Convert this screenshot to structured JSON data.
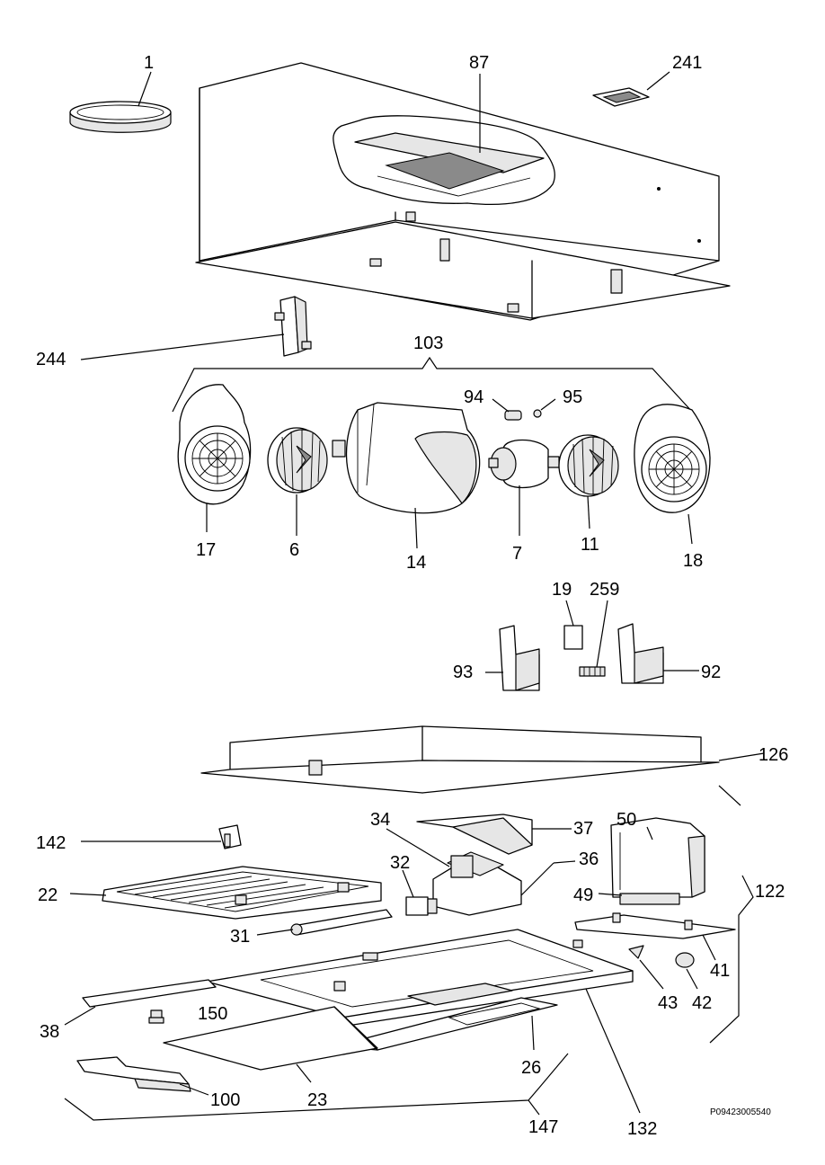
{
  "labels": {
    "l1": "1",
    "l87": "87",
    "l241": "241",
    "l244": "244",
    "l103": "103",
    "l94": "94",
    "l95": "95",
    "l17": "17",
    "l6": "6",
    "l14": "14",
    "l7": "7",
    "l11": "11",
    "l18": "18",
    "l19": "19",
    "l259": "259",
    "l93": "93",
    "l92": "92",
    "l126": "126",
    "l34": "34",
    "l37": "37",
    "l50": "50",
    "l142": "142",
    "l32": "32",
    "l36": "36",
    "l22": "22",
    "l49": "49",
    "l122": "122",
    "l31": "31",
    "l41": "41",
    "l43": "43",
    "l42": "42",
    "l38": "38",
    "l150": "150",
    "l26": "26",
    "l100": "100",
    "l23": "23",
    "l147": "147",
    "l132": "132"
  },
  "drawing_code": "P09423005540"
}
